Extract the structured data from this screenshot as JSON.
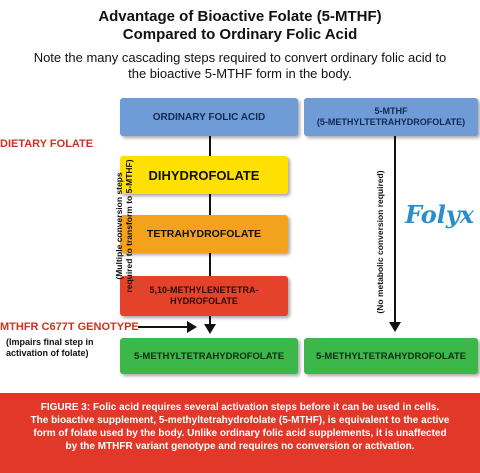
{
  "header": {
    "title_line1": "Advantage of Bioactive Folate (5-MTHF)",
    "title_line2": "Compared to Ordinary Folic Acid",
    "note_line1": "Note the many cascading steps required to convert ordinary folic acid to",
    "note_line2": "the bioactive 5-MTHF form in the body."
  },
  "left_column": {
    "box1": "ORDINARY FOLIC ACID",
    "box2": "DIHYDROFOLATE",
    "box3": "TETRAHYDROFOLATE",
    "box4_line1": "5,10-METHYLENETETRA-",
    "box4_line2": "HYDROFOLATE",
    "box5": "5-METHYLTETRAHYDROFOLATE",
    "rotated_line1": "(Multiple conversion steps",
    "rotated_line2": "required to transform to 5-MTHF)"
  },
  "right_column": {
    "top_line1": "5-MTHF",
    "top_line2": "(5-METHYLTETRAHYDROFOLATE)",
    "bottom": "5-METHYLTETRAHYDROFOLATE",
    "rotated": "(No metabolic conversion required)"
  },
  "side": {
    "dietary_folate": "DIETARY FOLATE",
    "genotype": "MTHFR C677T GENOTYPE",
    "impairs_line1": "(Impairs final step in",
    "impairs_line2": "activation of folate)"
  },
  "logo": {
    "text": "Folyx"
  },
  "footer": {
    "line1": "FIGURE 3: Folic acid requires several activation steps before it can be used in cells.",
    "line2": "The bioactive supplement, 5-methyltetrahydrofolate (5-MTHF), is equivalent to the active",
    "line3": "form of folate used by the body. Unlike ordinary folic acid supplements, it is unaffected",
    "line4": "by the MTHFR variant genotype and requires no conversion or activation."
  },
  "colors": {
    "blue": "#6f9bd6",
    "yellow": "#ffe000",
    "orange": "#f2a21c",
    "red": "#e5422c",
    "green": "#3cb84a",
    "footer": "#e2382a"
  }
}
